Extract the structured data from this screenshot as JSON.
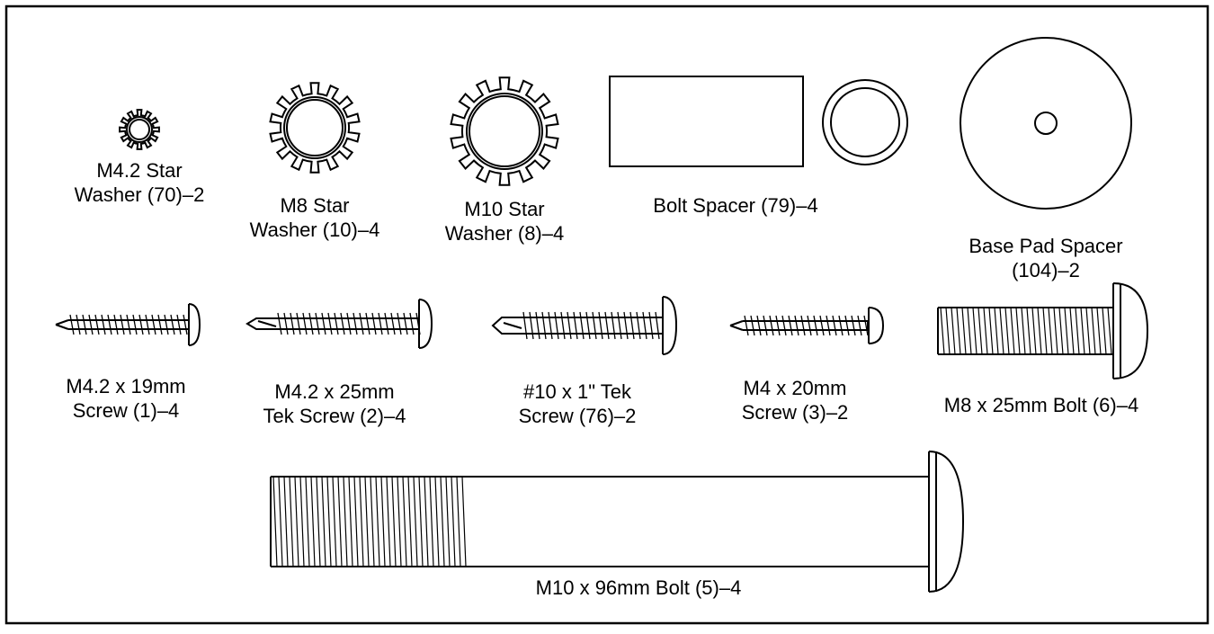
{
  "parts": {
    "m42_star_washer": {
      "line1": "M4.2 Star",
      "line2": "Washer (70)–2"
    },
    "m8_star_washer": {
      "line1": "M8 Star",
      "line2": "Washer (10)–4"
    },
    "m10_star_washer": {
      "line1": "M10 Star",
      "line2": "Washer (8)–4"
    },
    "bolt_spacer": {
      "line1": "Bolt Spacer (79)–4"
    },
    "base_pad_spacer": {
      "line1": "Base Pad Spacer",
      "line2": "(104)–2"
    },
    "m42x19_screw": {
      "line1": "M4.2 x 19mm",
      "line2": "Screw (1)–4"
    },
    "m42x25_tek_screw": {
      "line1": "M4.2 x 25mm",
      "line2": "Tek Screw (2)–4"
    },
    "no10x1_tek_screw": {
      "line1": "#10 x 1\" Tek",
      "line2": "Screw (76)–2"
    },
    "m4x20_screw": {
      "line1": "M4 x 20mm",
      "line2": "Screw (3)–2"
    },
    "m8x25_bolt": {
      "line1": "M8 x 25mm Bolt (6)–4"
    },
    "m10x96_bolt": {
      "line1": "M10 x 96mm Bolt (5)–4"
    }
  }
}
